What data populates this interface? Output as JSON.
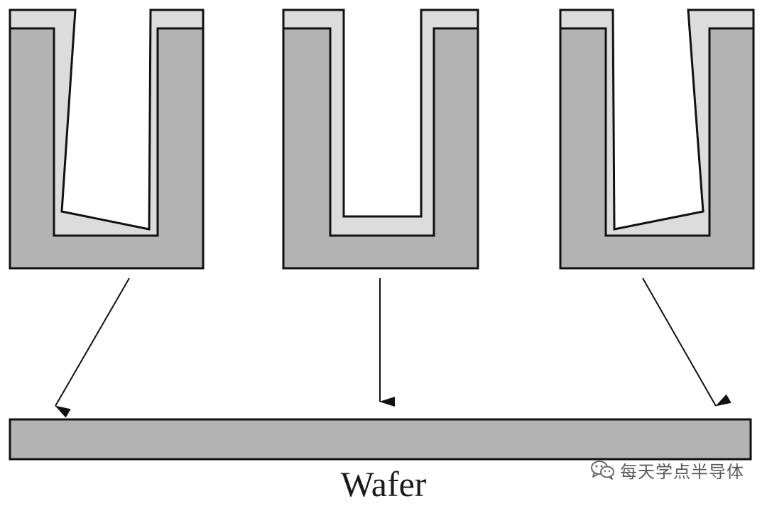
{
  "diagram": {
    "wafer_label": "Wafer",
    "colors": {
      "substrate": "#b3b3b3",
      "liner": "#dcdcdc",
      "outline": "#111111",
      "background": "#ffffff",
      "watermark": "#5a5a5a"
    },
    "trenches": [
      {
        "id": "left",
        "liner_profile": "thick-at-left-bottom"
      },
      {
        "id": "center",
        "liner_profile": "uniform"
      },
      {
        "id": "right",
        "liner_profile": "thick-at-right-bottom"
      }
    ],
    "arrows": [
      "left-trench-to-wafer",
      "center-trench-to-wafer",
      "right-trench-to-wafer"
    ]
  },
  "watermark": {
    "text": "每天学点半导体",
    "icon": "wechat-icon"
  }
}
